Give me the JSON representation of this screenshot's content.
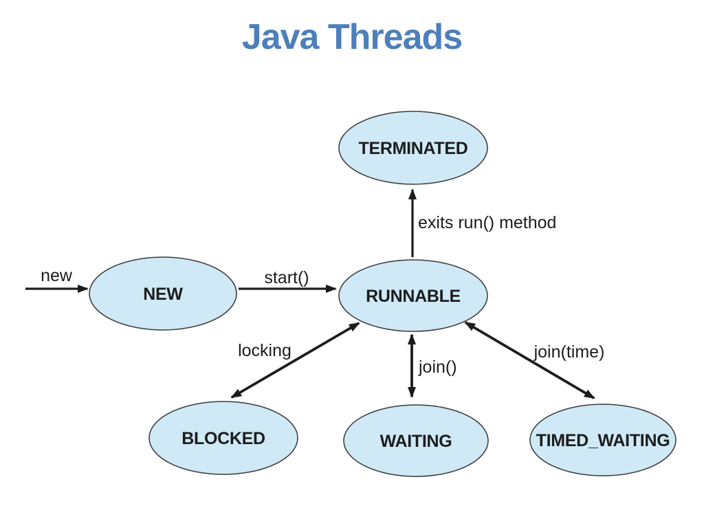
{
  "title": {
    "text": "Java Threads",
    "color": "#4d7fbb"
  },
  "colors": {
    "background": "#ffffff",
    "node_fill": "#cfe9f6",
    "node_stroke": "#3a3a3a",
    "arrow": "#1c1c1c"
  },
  "diagram": {
    "type": "state-diagram",
    "nodes": {
      "new": {
        "label": "NEW"
      },
      "runnable": {
        "label": "RUNNABLE"
      },
      "terminated": {
        "label": "TERMINATED"
      },
      "blocked": {
        "label": "BLOCKED"
      },
      "waiting": {
        "label": "WAITING"
      },
      "timed_waiting": {
        "label": "TIMED_WAITING"
      }
    },
    "edges": {
      "new": {
        "label": "new",
        "from": "start",
        "to": "NEW",
        "direction": "one-way"
      },
      "start": {
        "label": "start()",
        "from": "NEW",
        "to": "RUNNABLE",
        "direction": "one-way"
      },
      "exits": {
        "label": "exits run() method",
        "from": "RUNNABLE",
        "to": "TERMINATED",
        "direction": "one-way"
      },
      "locking": {
        "label": "locking",
        "from": "RUNNABLE",
        "to": "BLOCKED",
        "direction": "two-way"
      },
      "join": {
        "label": "join()",
        "from": "RUNNABLE",
        "to": "WAITING",
        "direction": "two-way"
      },
      "join_time": {
        "label": "join(time)",
        "from": "RUNNABLE",
        "to": "TIMED_WAITING",
        "direction": "two-way"
      }
    }
  }
}
